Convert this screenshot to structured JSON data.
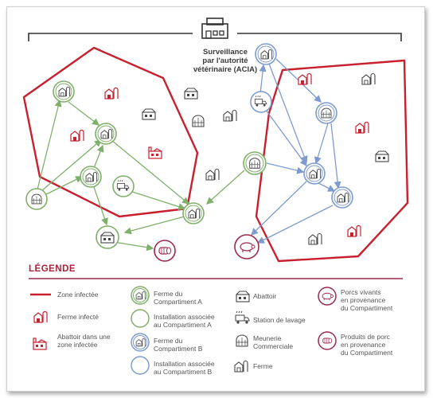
{
  "authority": {
    "line1": "Surveillance",
    "line2": "par l'autorité",
    "line3": "vétérinaire (ACIA)"
  },
  "legend": {
    "title": "LÉGENDE",
    "items": {
      "infected_zone": "Zone infectée",
      "infected_farm": "Ferme infecté",
      "infected_abattoir_1": "Abattoir dans une",
      "infected_abattoir_2": "zone infectée",
      "farm_a_1": "Ferme du",
      "farm_a_2": "Compartiment A",
      "install_a_1": "Installation associée",
      "install_a_2": "au Compartiment A",
      "farm_b_1": "Ferme du",
      "farm_b_2": "Compartiment B",
      "install_b_1": "Installation associée",
      "install_b_2": "au Compartiment B",
      "abattoir": "Abattoir",
      "wash": "Station de lavage",
      "mill_1": "Meunerie",
      "mill_2": "Commerciale",
      "farm": "Ferme",
      "live_pigs_1": "Porcs vivants",
      "live_pigs_2": "en provenance",
      "live_pigs_3": "du Compartiment",
      "products_1": "Produits de porc",
      "products_2": "en provenance",
      "products_3": "du Compartiment"
    }
  },
  "colors": {
    "red": "#c8202f",
    "green": "#7fb069",
    "blue": "#7d9bd0",
    "maroon": "#9c2a4a",
    "gray": "#555555"
  }
}
